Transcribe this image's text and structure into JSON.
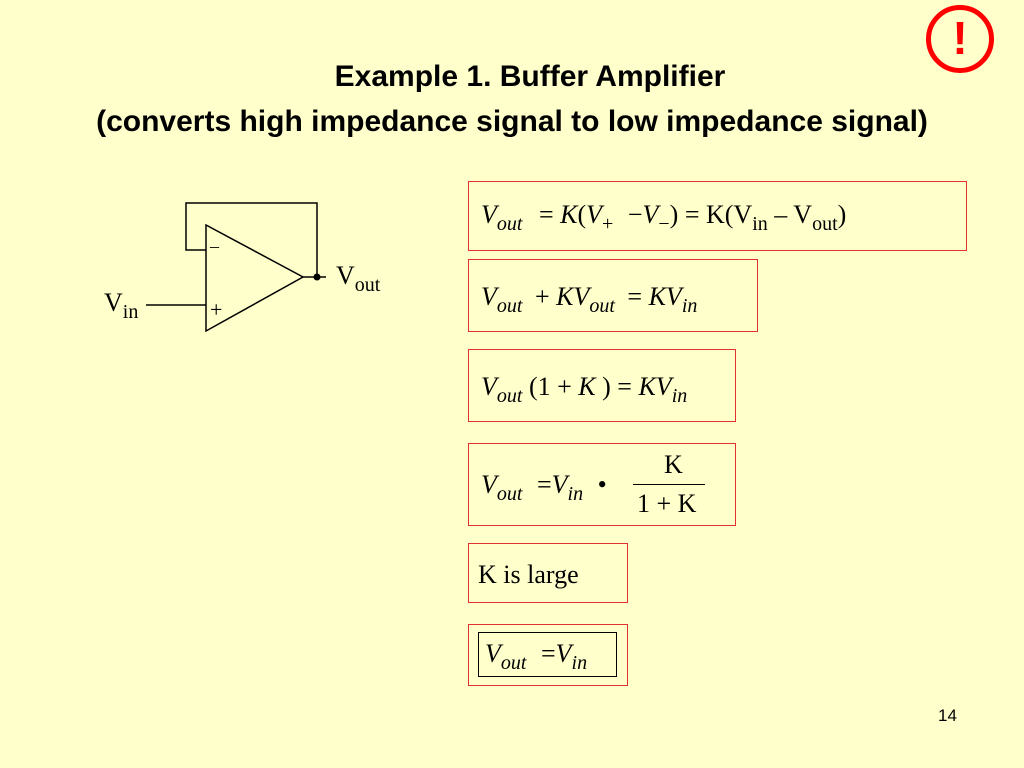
{
  "title_line1": "Example 1.  Buffer Amplifier",
  "title_line2": "(converts high impedance signal to low impedance signal)",
  "warning_symbol": "!",
  "page_number": "14",
  "circuit": {
    "minus_label": "–",
    "plus_label": "+",
    "vin_base": "V",
    "vin_sub": "in",
    "vout_base": "V",
    "vout_sub": "out"
  },
  "equations": {
    "eq1": {
      "lhs": "V",
      "lhs_sub": "out",
      "eq": "=",
      "k": "K",
      "open": "(",
      "vp": "V",
      "vp_sub": "+",
      "minus": "−",
      "vm": "V",
      "vm_sub": "−",
      "close": ")",
      "eq2": "=",
      "rhs_pre": "K(V",
      "rhs_in": "in",
      "rhs_mid": " – V",
      "rhs_out": "out",
      "rhs_close": ")"
    },
    "eq2": {
      "v1": "V",
      "v1_sub": "out",
      "plus": "+",
      "kv": "KV",
      "kv_sub": "out",
      "eq": "=",
      "kv2": "KV",
      "kv2_sub": "in"
    },
    "eq3": {
      "v": "V",
      "v_sub": "out",
      "paren": "(1 +",
      "k": "K",
      "close": ")",
      "eq": "=",
      "kv": "KV",
      "kv_sub": "in"
    },
    "eq4": {
      "v": "V",
      "v_sub": "out",
      "eq": "=",
      "vin": "V",
      "vin_sub": "in",
      "dot": "•",
      "num": "K",
      "den": "1 + K"
    },
    "note": "K is large",
    "final": {
      "v": "V",
      "v_sub": "out",
      "eq": "=",
      "vin": "V",
      "vin_sub": "in"
    }
  },
  "colors": {
    "background": "#ffffcc",
    "box_border": "#e03030",
    "warning": "#ff0000"
  }
}
